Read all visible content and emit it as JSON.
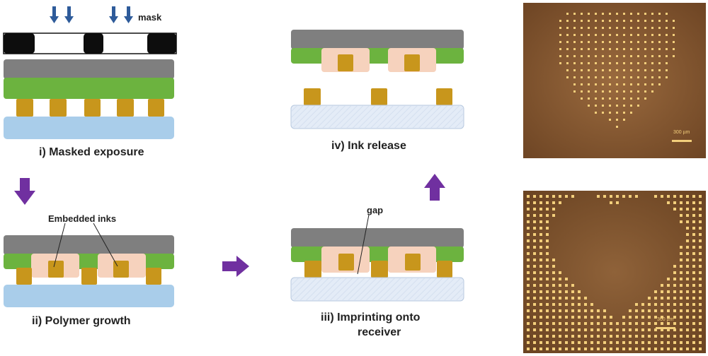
{
  "panels": {
    "step1": {
      "caption": "i) Masked exposure",
      "mask_label": "mask"
    },
    "step2": {
      "caption": "ii) Polymer growth",
      "inks_label": "Embedded inks"
    },
    "step3": {
      "caption_line1": "iii) Imprinting onto",
      "caption_line2": "receiver",
      "gap_label": "gap"
    },
    "step4": {
      "caption": "iv) Ink release"
    }
  },
  "micrographs": {
    "top": {
      "scale_bar": "300 µm"
    },
    "bottom": {
      "scale_bar": "300 µm"
    }
  },
  "colors": {
    "stamp_gray": "#7f7f7f",
    "polymer_green": "#6cb33f",
    "ink_gold": "#c8961c",
    "grown_polymer_pink": "#f6d2bd",
    "substrate_blue": "#a9cdea",
    "receiver_light": "#e4ecf7",
    "arrow_purple": "#7030a0",
    "arrow_blue": "#2e5b9a",
    "micrograph_bg": "#8a5a32",
    "micrograph_dot": "#f3cf7c"
  }
}
